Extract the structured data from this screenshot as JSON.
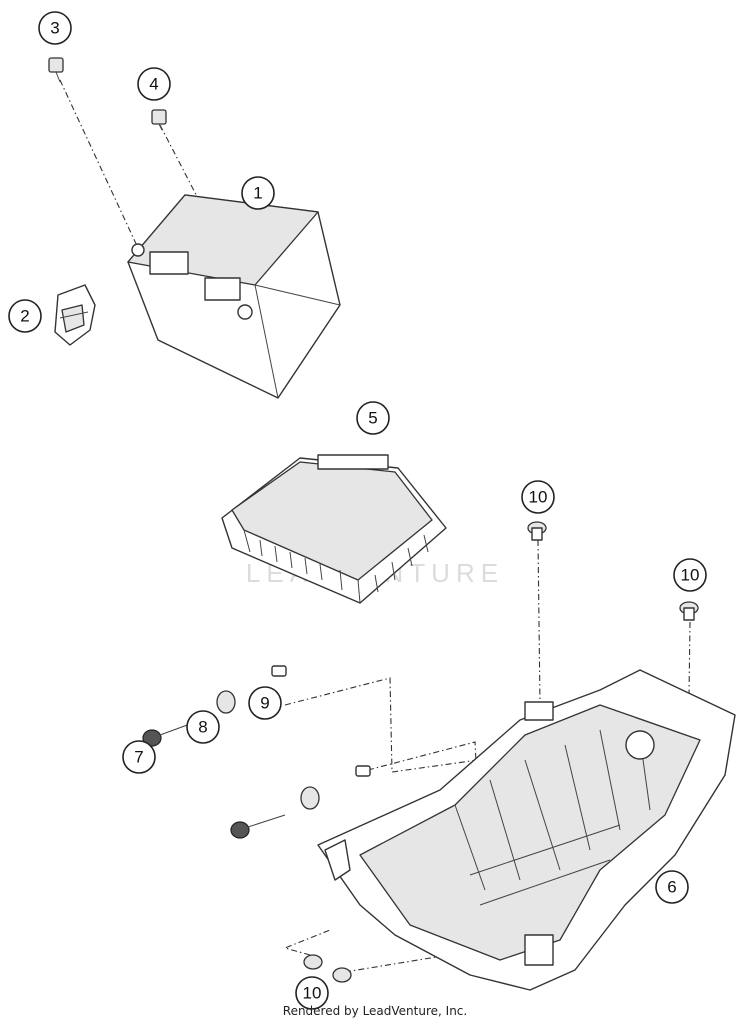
{
  "callouts": [
    {
      "label": "1"
    },
    {
      "label": "2"
    },
    {
      "label": "3"
    },
    {
      "label": "4"
    },
    {
      "label": "5"
    },
    {
      "label": "6"
    },
    {
      "label": "7"
    },
    {
      "label": "8"
    },
    {
      "label": "9"
    },
    {
      "label": "10"
    },
    {
      "label": "10"
    },
    {
      "label": "10"
    }
  ],
  "watermark": "LEADVENTURE",
  "footer": "Rendered by LeadVenture, Inc."
}
